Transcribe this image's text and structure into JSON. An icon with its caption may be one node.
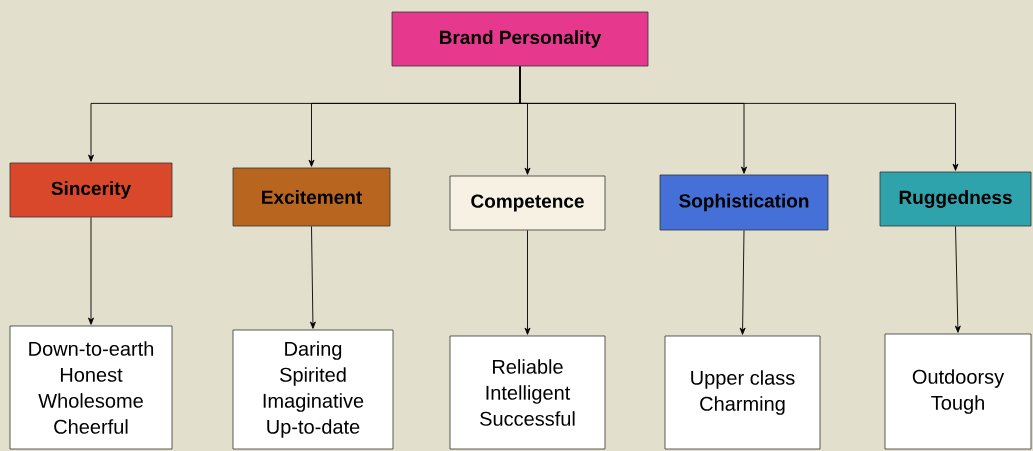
{
  "diagram": {
    "nodes": [
      {
        "text": [
          "Brand Personality"
        ]
      },
      {
        "text": [
          "Sincerity"
        ]
      },
      {
        "text": [
          "Excitement"
        ]
      },
      {
        "text": [
          "Competence"
        ]
      },
      {
        "text": [
          "Sophistication"
        ]
      },
      {
        "text": [
          "Ruggedness"
        ]
      },
      {
        "text": [
          "Down-to-earth",
          "Honest",
          "Wholesome",
          "Cheerful"
        ]
      },
      {
        "text": [
          "Daring",
          "Spirited",
          "Imaginative",
          "Up-to-date"
        ]
      },
      {
        "text": [
          "Reliable",
          "Intelligent",
          "Successful"
        ]
      },
      {
        "text": [
          "Upper class",
          "Charming"
        ]
      },
      {
        "text": [
          "Outdoorsy",
          "Tough"
        ]
      }
    ],
    "edges": [
      {
        "from": 0,
        "to": 1,
        "arrow": "to"
      },
      {
        "from": 0,
        "to": 2,
        "arrow": "to"
      },
      {
        "from": 0,
        "to": 3,
        "arrow": "to"
      },
      {
        "from": 0,
        "to": 4,
        "arrow": "to"
      },
      {
        "from": 0,
        "to": 5,
        "arrow": "to"
      },
      {
        "from": 1,
        "to": 6,
        "arrow": "to"
      },
      {
        "from": 2,
        "to": 7,
        "arrow": "to"
      },
      {
        "from": 3,
        "to": 8,
        "arrow": "to"
      },
      {
        "from": 4,
        "to": 9,
        "arrow": "to"
      },
      {
        "from": 5,
        "to": 10,
        "arrow": "to"
      }
    ]
  }
}
